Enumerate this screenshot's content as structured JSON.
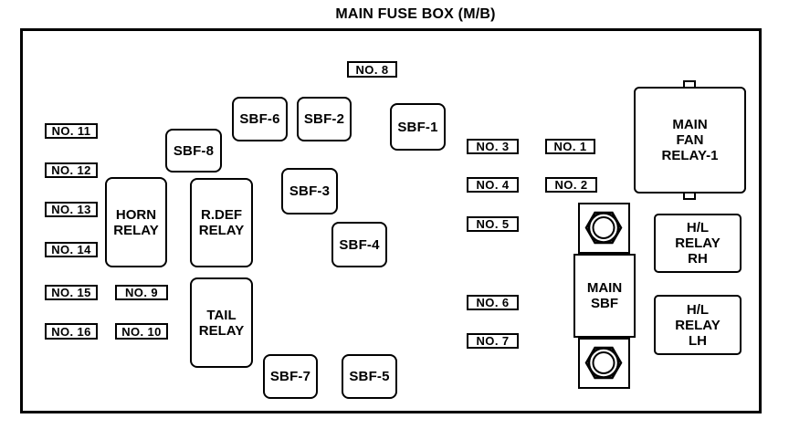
{
  "title": "MAIN FUSE BOX (M/B)",
  "colors": {
    "line": "#000000",
    "background": "#ffffff"
  },
  "fuse_labels": {
    "no1": "NO. 1",
    "no2": "NO. 2",
    "no3": "NO. 3",
    "no4": "NO. 4",
    "no5": "NO. 5",
    "no6": "NO. 6",
    "no7": "NO. 7",
    "no8": "NO. 8",
    "no9": "NO. 9",
    "no10": "NO. 10",
    "no11": "NO. 11",
    "no12": "NO. 12",
    "no13": "NO. 13",
    "no14": "NO. 14",
    "no15": "NO. 15",
    "no16": "NO. 16"
  },
  "sbf_fuses": {
    "sbf1": "SBF-1",
    "sbf2": "SBF-2",
    "sbf3": "SBF-3",
    "sbf4": "SBF-4",
    "sbf5": "SBF-5",
    "sbf6": "SBF-6",
    "sbf7": "SBF-7",
    "sbf8": "SBF-8"
  },
  "relays": {
    "horn": "HORN\nRELAY",
    "rdef": "R.DEF\nRELAY",
    "tail": "TAIL\nRELAY",
    "main_fan": "MAIN\nFAN\nRELAY-1",
    "hl_rh": "H/L\nRELAY\nRH",
    "hl_lh": "H/L\nRELAY\nLH"
  },
  "main_sbf": {
    "label": "MAIN\nSBF"
  }
}
